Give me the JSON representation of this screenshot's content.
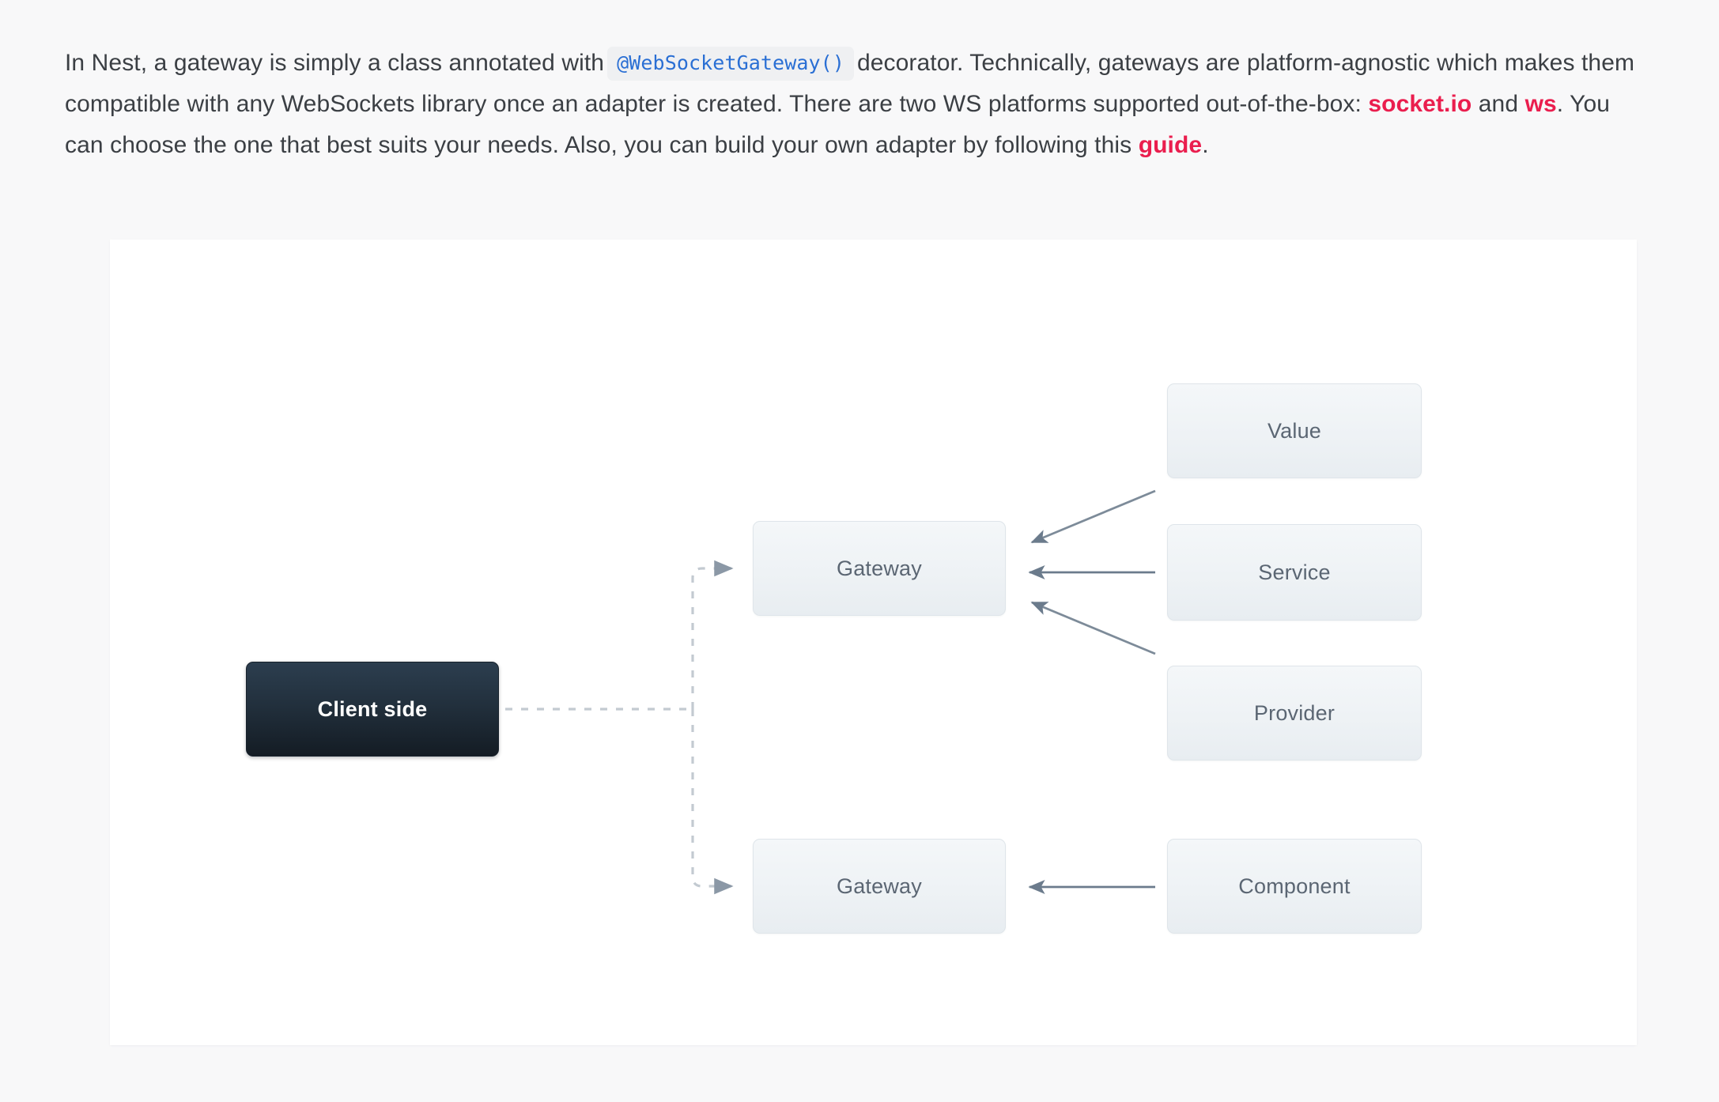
{
  "prose": {
    "seg1": "In Nest, a gateway is simply a class annotated with",
    "code": "@WebSocketGateway()",
    "seg2": "decorator. Technically, gateways are platform-agnostic which makes them compatible with any WebSockets library once an adapter is created. There are two WS platforms supported out-of-the-box:",
    "link_socketio": "socket.io",
    "seg3": "and",
    "link_ws": "ws",
    "seg4": ". You can choose the one that best suits your needs. Also, you can build your own adapter by following this",
    "link_guide": "guide",
    "seg5": "."
  },
  "diagram": {
    "nodes": {
      "client": "Client side",
      "gateway_top": "Gateway",
      "gateway_bottom": "Gateway",
      "value": "Value",
      "service": "Service",
      "provider": "Provider",
      "component": "Component"
    },
    "edges": [
      {
        "from": "client",
        "to": "gateway_top",
        "style": "dashed",
        "direction": "forward"
      },
      {
        "from": "client",
        "to": "gateway_bottom",
        "style": "dashed",
        "direction": "forward"
      },
      {
        "from": "value",
        "to": "gateway_top",
        "style": "solid",
        "direction": "forward"
      },
      {
        "from": "service",
        "to": "gateway_top",
        "style": "solid",
        "direction": "forward"
      },
      {
        "from": "provider",
        "to": "gateway_top",
        "style": "solid",
        "direction": "forward"
      },
      {
        "from": "component",
        "to": "gateway_bottom",
        "style": "solid",
        "direction": "forward"
      }
    ]
  },
  "colors": {
    "page_background": "#f8f8f9",
    "card_background": "#ffffff",
    "link_red": "#ea1e4e",
    "code_blue": "#2a6fd4",
    "code_chip_bg": "#eff0f2",
    "node_light_text": "#5b6673",
    "node_dark_bg_top": "#2c3e4f",
    "node_dark_bg_bottom": "#141c24",
    "edge_solid": "#6b7b8c",
    "edge_dashed": "#c3cad1",
    "body_text": "#3b3f44"
  }
}
